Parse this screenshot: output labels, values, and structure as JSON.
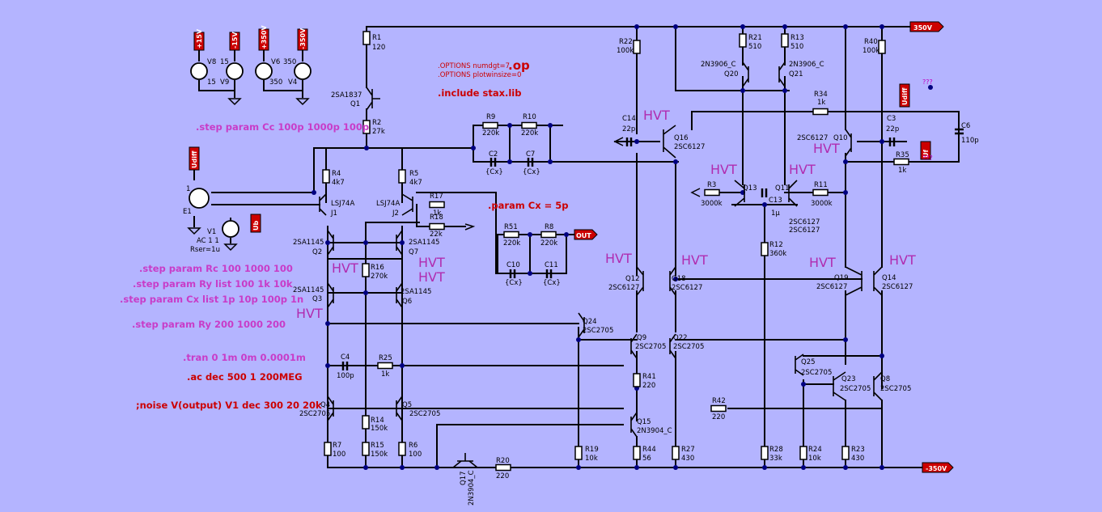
{
  "directives": {
    "options1": ".OPTIONS numdgt=7",
    "op": ".op",
    "options2": ".OPTIONS plotwinsize=0",
    "include": ".include stax.lib",
    "step_cc": ".step param Cc 100p 1000p 100p",
    "param_cx": ".param Cx = 5p",
    "step_rc": ".step param Rc 100 1000 100",
    "step_ry_list": ".step param Ry list 100 1k 10k",
    "step_cx_list": ".step param Cx list 1p  10p 100p 1n",
    "step_ry": ".step param Ry 200 1000 200",
    "tran": ".tran 0 1m 0m 0.0001m",
    "ac": ".ac dec 500 1 200MEG",
    "noise": ";noise V(output) V1 dec 300 20 20k"
  },
  "flags": {
    "p350": "350V",
    "n350": "-350V",
    "out": "OUT",
    "p15": "+15V",
    "n15": "-15V",
    "p350b": "+350V",
    "n350b": "-350V",
    "udiff": "Udiff",
    "udiff2": "Udiff",
    "ub": "Ub",
    "uf": "Uf"
  },
  "sources": {
    "v8": "V8",
    "v8_val": "15",
    "v9": "V9",
    "v9_val": "15",
    "v6": "V6",
    "v6_val": "350",
    "v4": "V4",
    "v4_val": "350",
    "e1": "E1",
    "e1_one": "1",
    "v1": "V1",
    "v1_ac": "AC 1 1",
    "v1_rser": "Rser=1u"
  },
  "resistors": {
    "r1": [
      "R1",
      "120"
    ],
    "r2": [
      "R2",
      "27k"
    ],
    "r4": [
      "R4",
      "4k7"
    ],
    "r5": [
      "R5",
      "4k7"
    ],
    "r17": [
      "R17",
      "1k"
    ],
    "r18": [
      "R18",
      "22k"
    ],
    "r9": [
      "R9",
      "220k"
    ],
    "r10": [
      "R10",
      "220k"
    ],
    "r51": [
      "R51",
      "220k"
    ],
    "r8": [
      "R8",
      "220k"
    ],
    "r16": [
      "R16",
      "270k"
    ],
    "r25": [
      "R25",
      "1k"
    ],
    "r14": [
      "R14",
      "150k"
    ],
    "r15": [
      "R15",
      "150k"
    ],
    "r7": [
      "R7",
      "100"
    ],
    "r6": [
      "R6",
      "100"
    ],
    "r20": [
      "R20",
      "220"
    ],
    "r19": [
      "R19",
      "10k"
    ],
    "r44": [
      "R44",
      "56"
    ],
    "r27": [
      "R27",
      "430"
    ],
    "r41": [
      "R41",
      "220"
    ],
    "r42": [
      "R42",
      "220"
    ],
    "r22": [
      "R22",
      "100k"
    ],
    "r21": [
      "R21",
      "510"
    ],
    "r13": [
      "R13",
      "510"
    ],
    "r40": [
      "R40",
      "100k"
    ],
    "r34": [
      "R34",
      "1k"
    ],
    "r35": [
      "R35",
      "1k"
    ],
    "r3": [
      "R3",
      "3000k"
    ],
    "r11": [
      "R11",
      "3000k"
    ],
    "r12": [
      "R12",
      "360k"
    ],
    "r28": [
      "R28",
      "33k"
    ],
    "r24": [
      "R24",
      "10k"
    ],
    "r23": [
      "R23",
      "430"
    ]
  },
  "capacitors": {
    "c2": [
      "C2",
      "{Cx}"
    ],
    "c7": [
      "C7",
      "{Cx}"
    ],
    "c10": [
      "C10",
      "{Cx}"
    ],
    "c11": [
      "C11",
      "{Cx}"
    ],
    "c4": [
      "C4",
      "100p"
    ],
    "c14": [
      "C14",
      "22p"
    ],
    "c3": [
      "C3",
      "22p"
    ],
    "c6": [
      "C6",
      "110p"
    ],
    "c13": [
      "C13",
      "1µ"
    ]
  },
  "transistors": {
    "q1": [
      "Q1",
      "2SA1837"
    ],
    "j1": [
      "J1",
      "LSJ74A"
    ],
    "j2": [
      "J2",
      "LSJ74A"
    ],
    "q2": [
      "Q2",
      "2SA1145"
    ],
    "q7": [
      "Q7",
      "2SA1145"
    ],
    "q3": [
      "Q3",
      "2SA1145"
    ],
    "q6": [
      "Q6",
      "2SA1145"
    ],
    "q4": [
      "Q4",
      "2SC2705"
    ],
    "q5": [
      "Q5",
      "2SC2705"
    ],
    "q17": [
      "Q17",
      "2N3904_C"
    ],
    "q24": [
      "Q24",
      "2SC2705"
    ],
    "q9": [
      "Q9",
      "2SC2705"
    ],
    "q22": [
      "Q22",
      "2SC2705"
    ],
    "q15": [
      "Q15",
      "2N3904_C"
    ],
    "q12": [
      "Q12",
      "2SC6127"
    ],
    "q18": [
      "Q18",
      "2SC6127"
    ],
    "q16": [
      "Q16",
      "2SC6127"
    ],
    "q20": [
      "Q20",
      "2N3906_C"
    ],
    "q21": [
      "Q21",
      "2N3906_C"
    ],
    "q13": [
      "Q13",
      "2SC6127"
    ],
    "q11": [
      "Q11",
      "2SC6127"
    ],
    "q10": [
      "Q10",
      "2SC6127"
    ],
    "q19": [
      "Q19",
      "2SC6127"
    ],
    "q14": [
      "Q14",
      "2SC6127"
    ],
    "q25": [
      "Q25",
      "2SC2705"
    ],
    "q23": [
      "Q23",
      "2SC2705"
    ],
    "q8": [
      "Q8",
      "2SC2705"
    ]
  },
  "hvt": "HVT",
  "unknown": "???"
}
